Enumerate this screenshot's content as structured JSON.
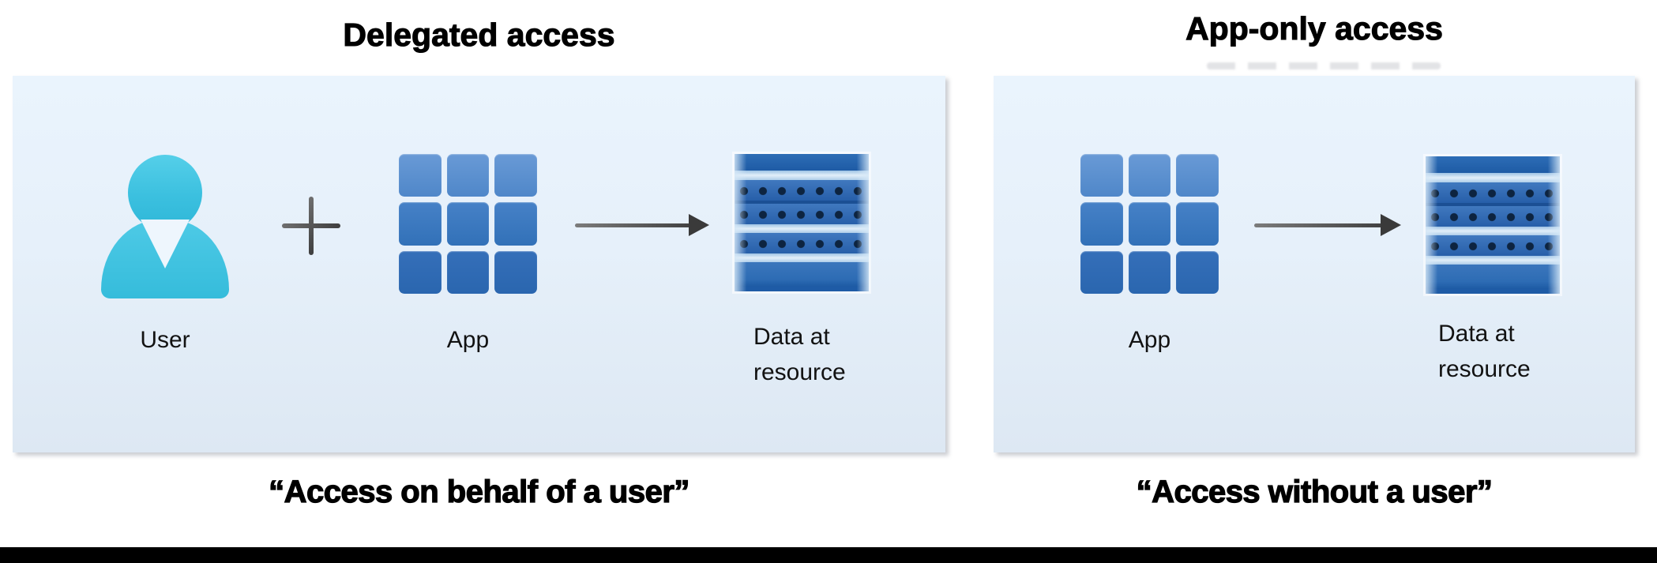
{
  "left_panel": {
    "title": "Delegated access",
    "user_label": "User",
    "app_label": "App",
    "data_label_line1": "Data at",
    "data_label_line2": "resource",
    "caption": "“Access on behalf of a user”"
  },
  "right_panel": {
    "title": "App-only access",
    "app_label": "App",
    "data_label_line1": "Data at",
    "data_label_line2": "resource",
    "caption": "“Access without a user”"
  },
  "icons": {
    "user": "person-silhouette",
    "plus": "plus-sign",
    "app": "3x3-app-grid",
    "arrow": "right-arrow",
    "data": "striped-database"
  },
  "colors": {
    "panel_bg_top": "#eaf4fd",
    "panel_bg_bottom": "#dde8f3",
    "user_cyan": "#3fc3e2",
    "app_grid_blue": "#3a79c1",
    "database_blue": "#2b69b2",
    "dot_navy": "#0d2440",
    "arrow_gray": "#3d3d3d",
    "text_black": "#000000",
    "footer_bar": "#000000"
  }
}
